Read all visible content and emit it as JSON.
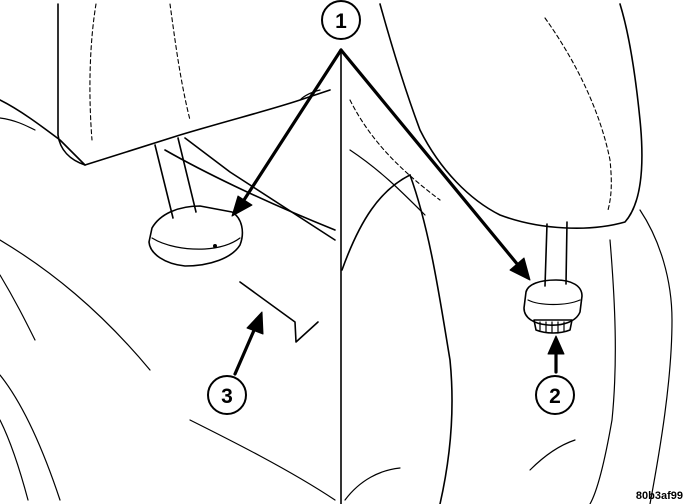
{
  "callouts": {
    "one": "1",
    "two": "2",
    "three": "3"
  },
  "figure_code": "80b3af99"
}
